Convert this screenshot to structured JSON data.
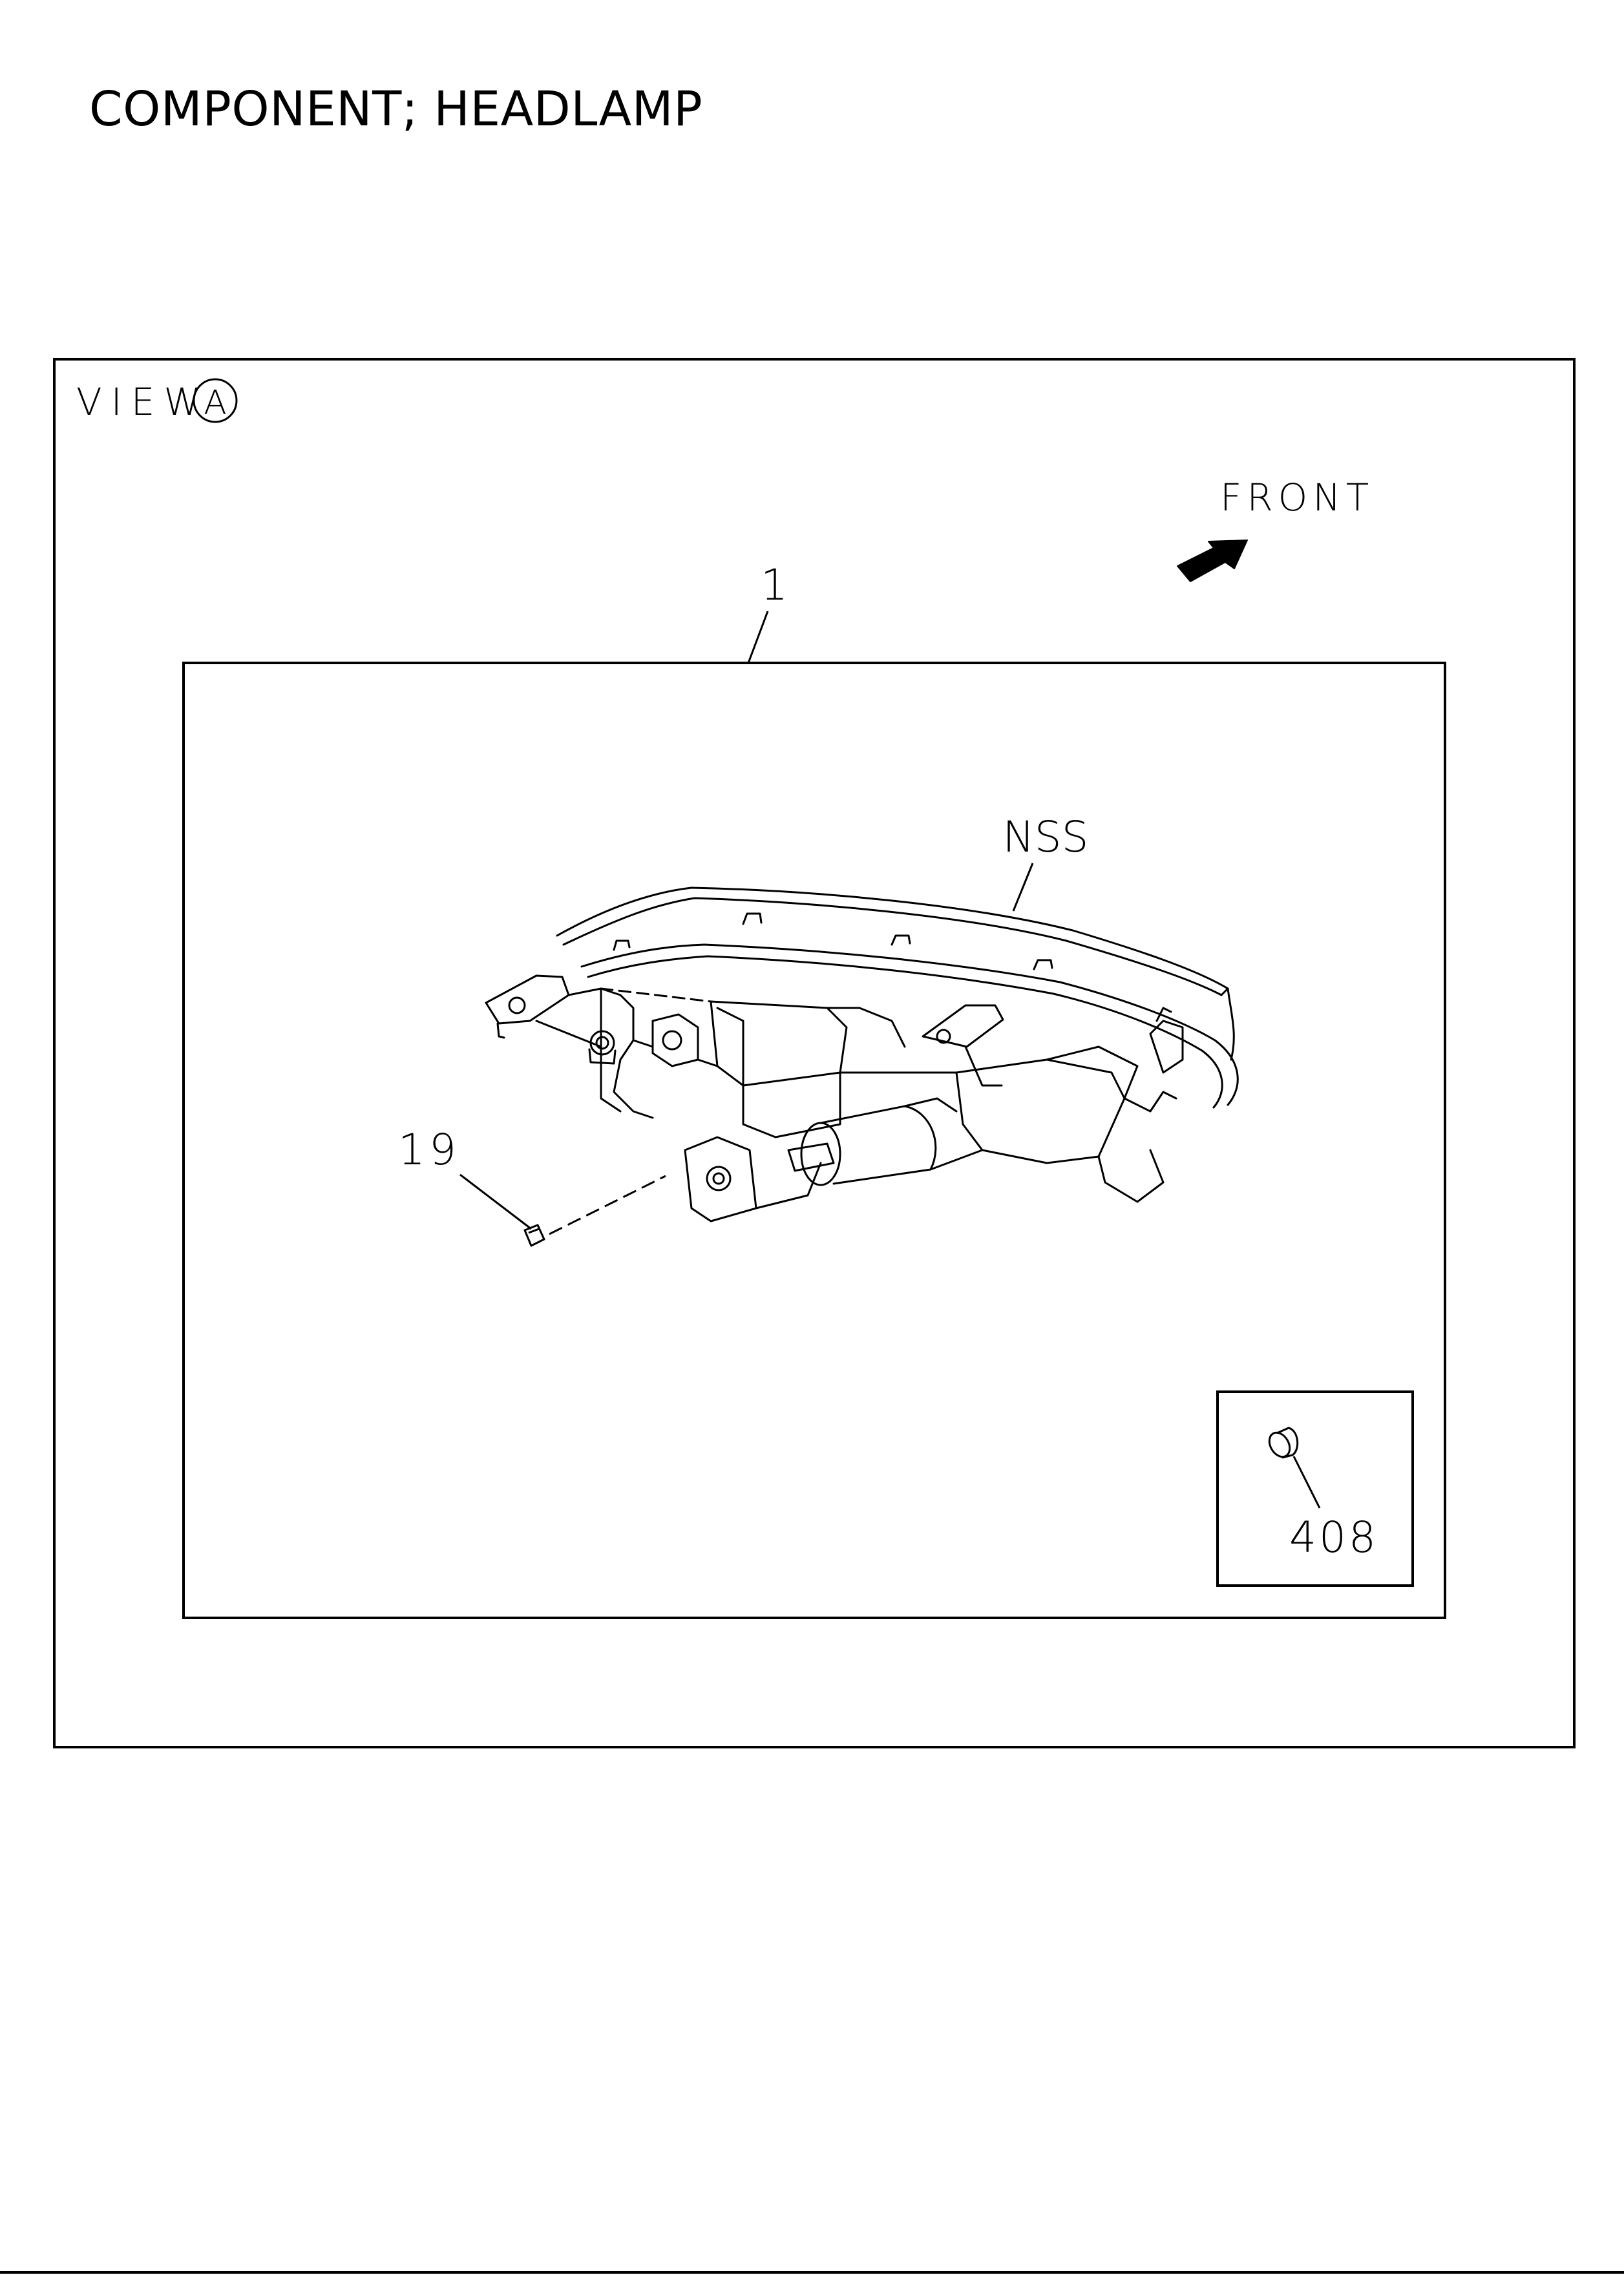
{
  "page": {
    "title": "COMPONENT; HEADLAMP"
  },
  "diagram": {
    "view_label": "VIEW",
    "view_marker": "A",
    "direction_label": "FRONT",
    "callouts": {
      "assembly": "1",
      "nss": "NSS",
      "clip": "19",
      "bushing": "408"
    }
  },
  "colors": {
    "line": "#000000",
    "background": "#ffffff"
  },
  "icons": {
    "direction": "front-arrow-icon"
  }
}
